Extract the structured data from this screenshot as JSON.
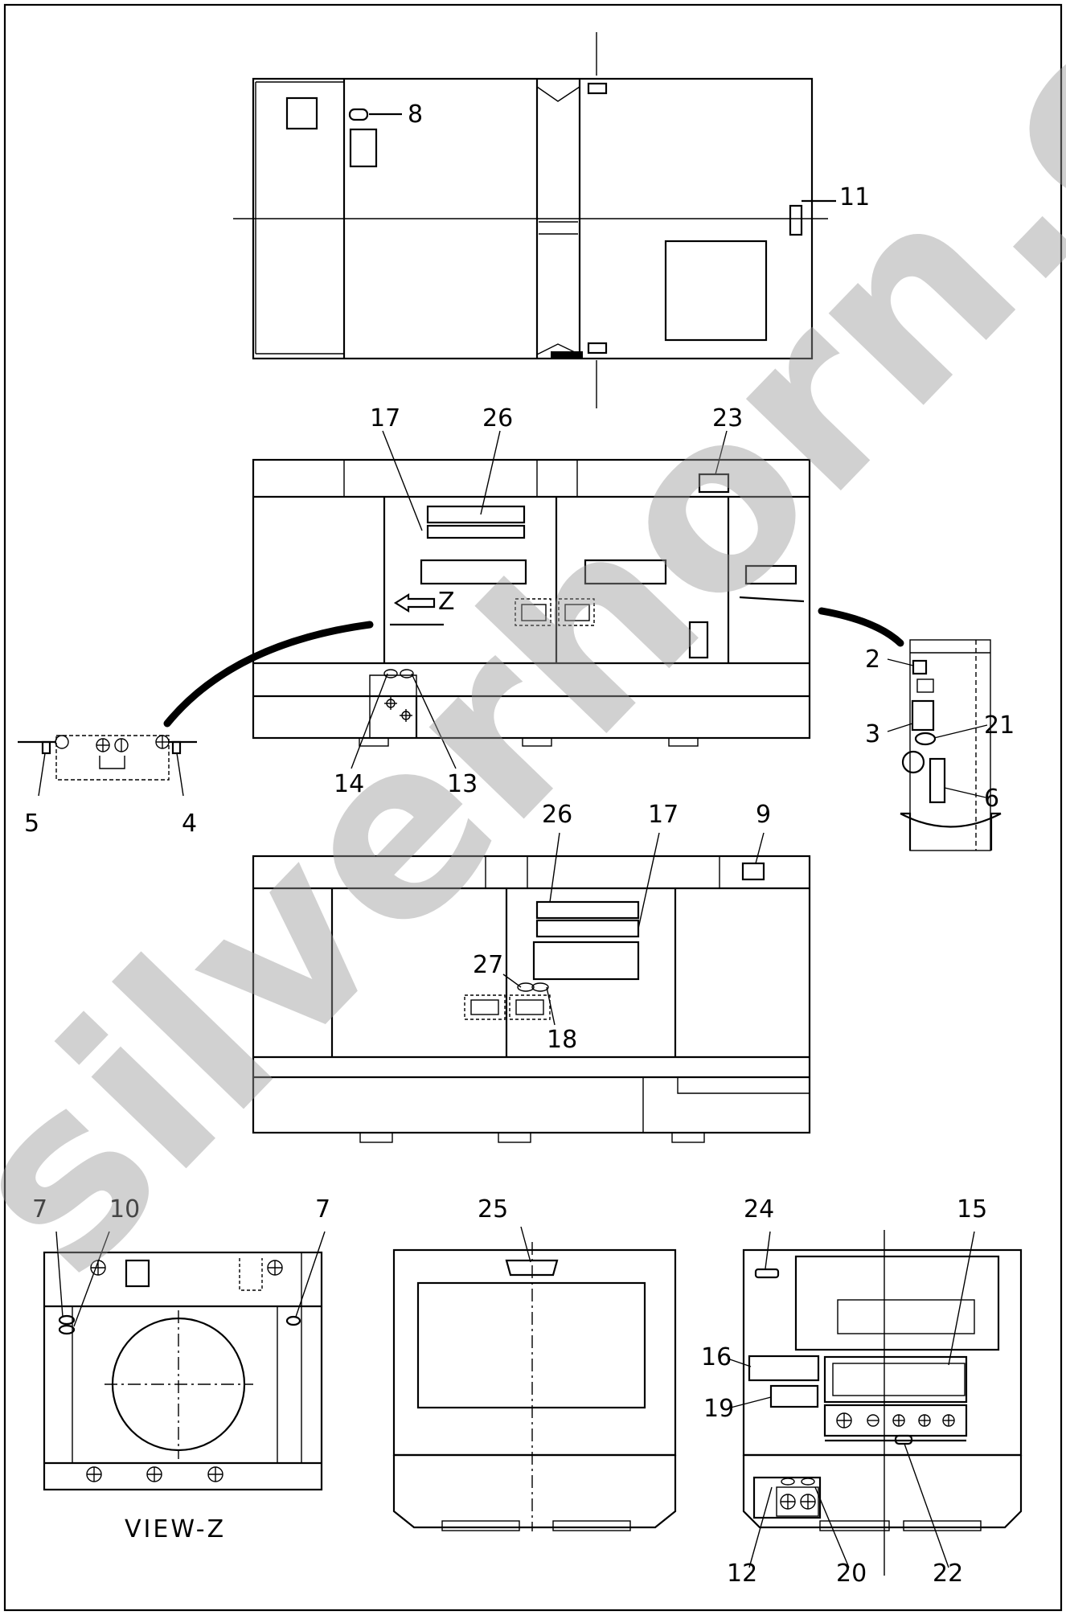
{
  "labels": {
    "n2": "2",
    "n3": "3",
    "n4": "4",
    "n5": "5",
    "n6": "6",
    "n7a": "7",
    "n7b": "7",
    "n8": "8",
    "n9": "9",
    "n10": "10",
    "n11": "11",
    "n12": "12",
    "n13": "13",
    "n14": "14",
    "n15": "15",
    "n16": "16",
    "n17a": "17",
    "n17b": "17",
    "n18": "18",
    "n19": "19",
    "n20": "20",
    "n21": "21",
    "n22": "22",
    "n23": "23",
    "n24": "24",
    "n25": "25",
    "n26a": "26",
    "n26b": "26",
    "n27": "27",
    "z_arrow": "Z",
    "view_z": "VIEW-Z"
  },
  "watermark": "silverhorn.co.uk"
}
